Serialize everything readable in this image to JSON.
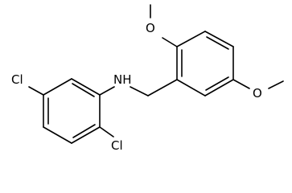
{
  "molecule": {
    "atoms": {
      "nh": "NH",
      "cl_top": "Cl",
      "cl_bottom": "Cl",
      "o_top": "O",
      "o_right": "O"
    },
    "colors": {
      "bond": "#000000",
      "label": "#000000",
      "background": "#ffffff"
    }
  }
}
